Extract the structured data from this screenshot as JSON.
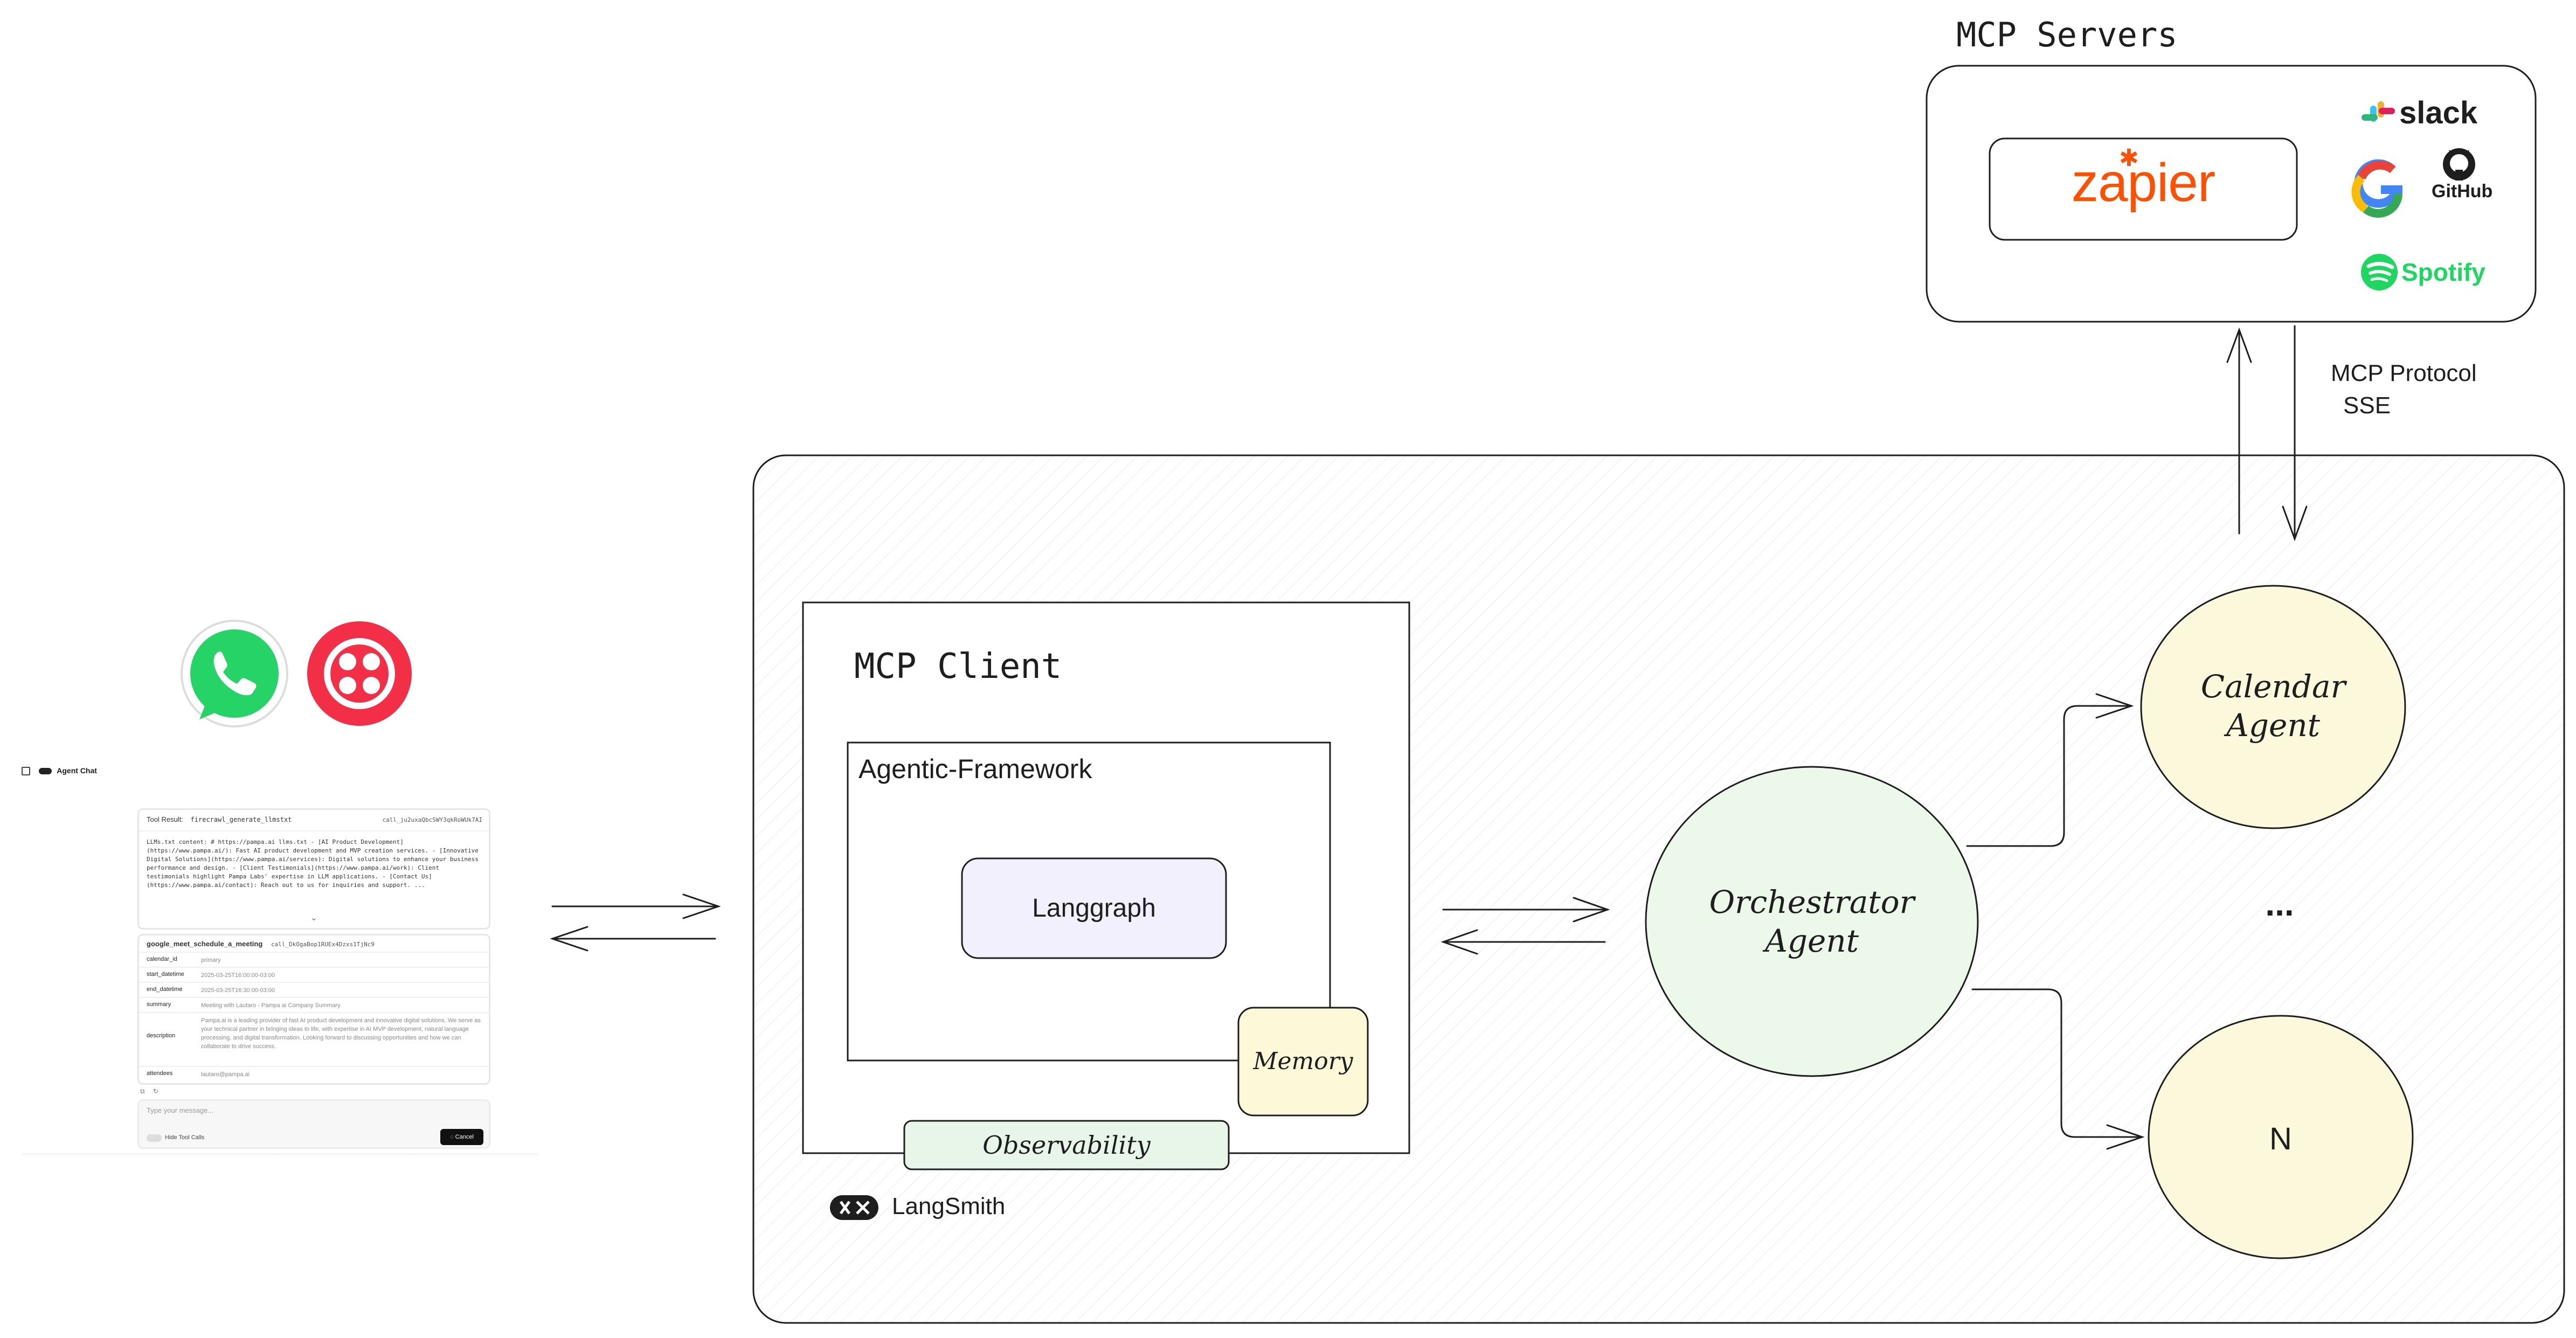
{
  "mcp_servers": {
    "title": "MCP Servers",
    "zapier": "zapier",
    "slack": "slack",
    "github": "GitHub",
    "spotify": "Spotify"
  },
  "protocol_label": {
    "line1": "MCP Protocol",
    "line2": "SSE"
  },
  "mcp_client": {
    "title": "MCP Client",
    "framework": "Agentic-Framework",
    "langgraph": "Langgraph",
    "memory": "Memory",
    "observability": "Observability"
  },
  "langsmith": {
    "label": "LangSmith"
  },
  "agents": {
    "orchestrator_line1": "Orchestrator",
    "orchestrator_line2": "Agent",
    "calendar_line1": "Calendar",
    "calendar_line2": "Agent",
    "ellipsis": "...",
    "n": "N"
  },
  "chat": {
    "header": "Agent Chat",
    "tool_result_label": "Tool Result:",
    "tool_result_name": "firecrawl_generate_llmstxt",
    "tool_result_id": "call_ju2uxaQbcSWY3qkRoWUk7AI",
    "tool_result_body": "LLMs.txt content: # https://pampa.ai llms.txt - [AI Product Development](https://www.pampa.ai/): Fast AI product development and MVP creation services. - [Innovative Digital Solutions](https://www.pampa.ai/services): Digital solutions to enhance your business performance and design. - [Client Testimonials](https://www.pampa.ai/work): Client testimonials highlight Pampa Labs' expertise in LLM applications. - [Contact Us](https://www.pampa.ai/contact): Reach out to us for inquiries and support. ...",
    "meeting_tool": "google_meet_schedule_a_meeting",
    "meeting_id": "call_DkOgaBop1RUEx4Dzxs1TjNc9",
    "rows": [
      {
        "k": "calendar_id",
        "v": "primary"
      },
      {
        "k": "start_datetime",
        "v": "2025-03-25T16:00:00-03:00"
      },
      {
        "k": "end_datetime",
        "v": "2025-03-25T16:30:00-03:00"
      },
      {
        "k": "summary",
        "v": "Meeting with Lautaro - Pampa ai Company Summary"
      },
      {
        "k": "description",
        "v": "Pampa.ai is a leading provider of fast AI product development and innovative digital solutions. We serve as your technical partner in bringing ideas to life, with expertise in AI MVP development, natural language processing, and digital transformation. Looking forward to discussing opportunities and how we can collaborate to drive success."
      },
      {
        "k": "attendees",
        "v": "lautaro@pampa.ai"
      }
    ],
    "input_placeholder": "Type your message...",
    "hide_tool_calls": "Hide Tool Calls",
    "cancel": "Cancel"
  },
  "colors": {
    "zapier": "#ff4f00",
    "whatsapp": "#25d366",
    "twilio": "#f22f46",
    "langgraph_fill": "#f1f0fc",
    "memory_fill": "#fdf8d8",
    "observability_fill": "#e7f6e8",
    "orchestrator_fill": "#ebf8ea",
    "agent_fill": "#fcf8dc",
    "spotify": "#1ed760"
  }
}
